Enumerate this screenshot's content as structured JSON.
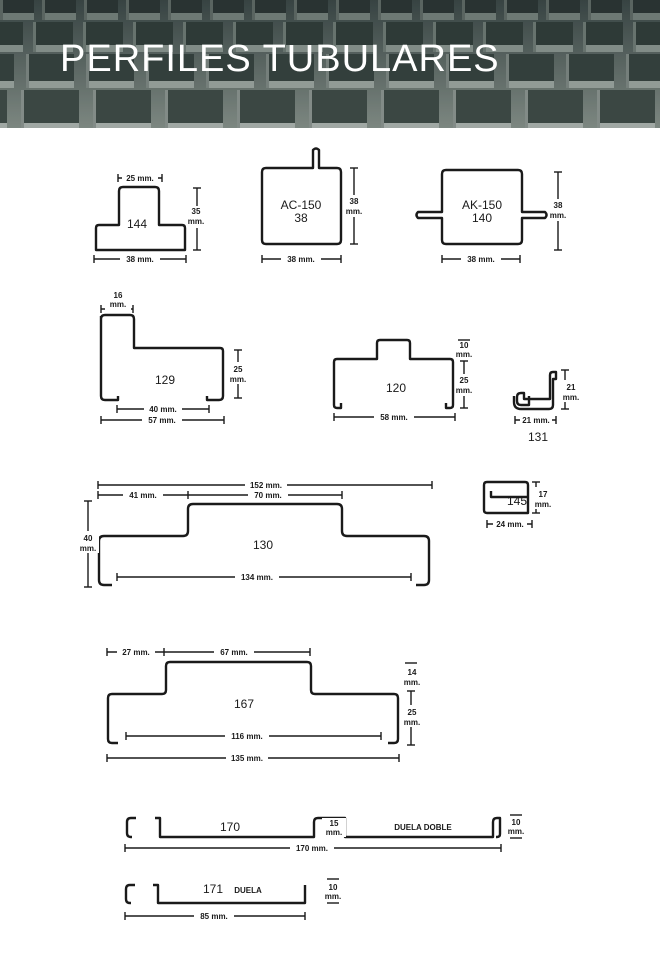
{
  "page": {
    "title": "PERFILES TUBULARES"
  },
  "profiles": {
    "p144": {
      "name": "144",
      "top_dim": "25 mm.",
      "height_dim_value": "35",
      "height_dim_unit": "mm.",
      "bottom_dim": "38 mm."
    },
    "pac150": {
      "name_line1": "AC-150",
      "name_line2": "38",
      "height_dim_value": "38",
      "height_dim_unit": "mm.",
      "bottom_dim": "38 mm."
    },
    "pak150": {
      "name_line1": "AK-150",
      "name_line2": "140",
      "height_dim_value": "38",
      "height_dim_unit": "mm.",
      "bottom_dim": "38 mm."
    },
    "p129": {
      "name": "129",
      "top_dim_value": "16",
      "top_dim_unit": "mm.",
      "height_dim_value": "25",
      "height_dim_unit": "mm.",
      "inner_dim": "40 mm.",
      "bottom_dim": "57 mm."
    },
    "p120": {
      "name": "120",
      "top_dim_value": "10",
      "top_dim_unit": "mm.",
      "height_dim_value": "25",
      "height_dim_unit": "mm.",
      "bottom_dim": "58 mm."
    },
    "p131": {
      "name": "131",
      "height_dim_value": "21",
      "height_dim_unit": "mm.",
      "bottom_dim": "21 mm."
    },
    "p130": {
      "name": "130",
      "total_dim": "152 mm.",
      "left_dim": "41 mm.",
      "mid_dim": "70 mm.",
      "height_dim_value": "40",
      "height_dim_unit": "mm.",
      "bottom_dim": "134 mm."
    },
    "p145": {
      "name": "145",
      "height_dim_value": "17",
      "height_dim_unit": "mm.",
      "bottom_dim": "24 mm."
    },
    "p167": {
      "name": "167",
      "left_dim": "27 mm.",
      "mid_dim": "67 mm.",
      "top_dim_value": "14",
      "top_dim_unit": "mm.",
      "height_dim_value": "25",
      "height_dim_unit": "mm.",
      "inner_dim": "116 mm.",
      "bottom_dim": "135 mm."
    },
    "p170": {
      "name": "170",
      "step_dim_value": "15",
      "step_dim_unit": "mm.",
      "label": "DUELA DOBLE",
      "height_dim_value": "10",
      "height_dim_unit": "mm.",
      "bottom_dim": "170 mm."
    },
    "p171": {
      "name": "171",
      "label": "DUELA",
      "height_dim_value": "10",
      "height_dim_unit": "mm.",
      "bottom_dim": "85 mm."
    }
  }
}
